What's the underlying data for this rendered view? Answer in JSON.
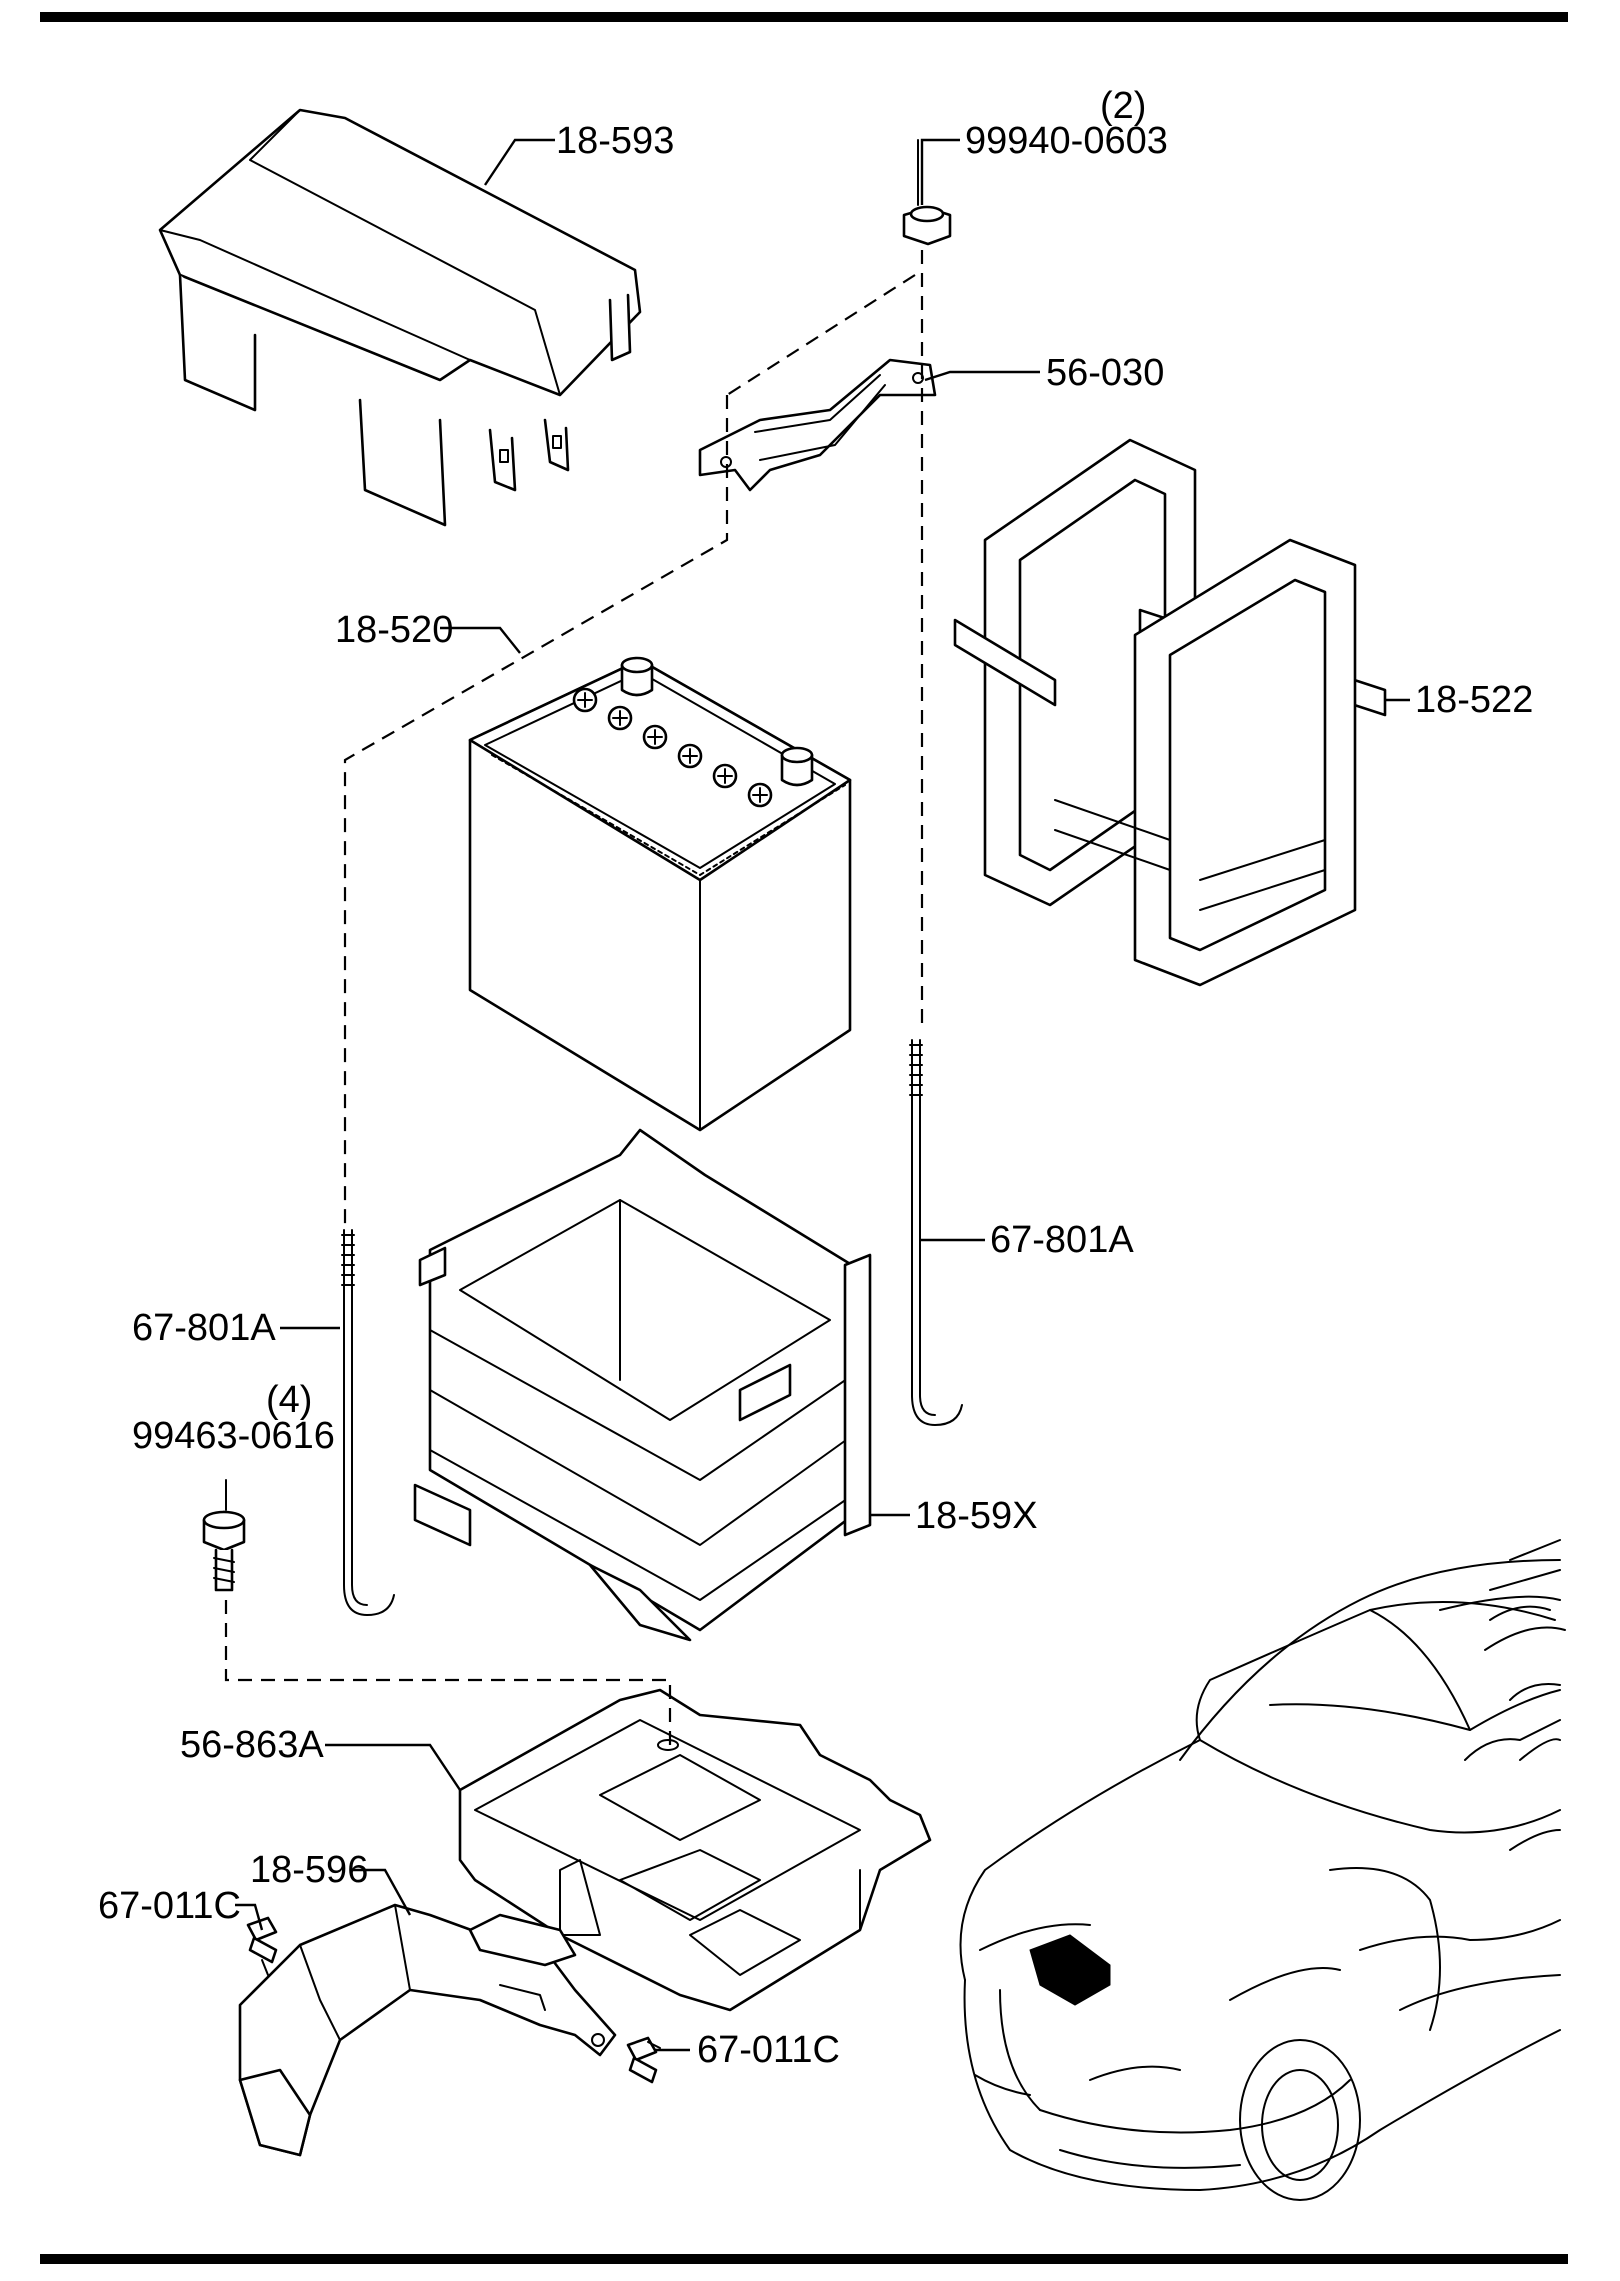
{
  "labels": {
    "cover": "18-593",
    "nut": "99940-0603",
    "nut_qty": "(2)",
    "clamp": "56-030",
    "battery": "18-520",
    "insulator": "18-522",
    "rod_right": "67-801A",
    "rod_left": "67-801A",
    "bolt": "99463-0616",
    "bolt_qty": "(4)",
    "tray": "18-59X",
    "bracket": "56-863A",
    "duct": "18-596",
    "clip_left": "67-011C",
    "clip_right": "67-011C"
  },
  "colors": {
    "line": "#000000",
    "background": "#ffffff",
    "location_marker": "#000000"
  }
}
